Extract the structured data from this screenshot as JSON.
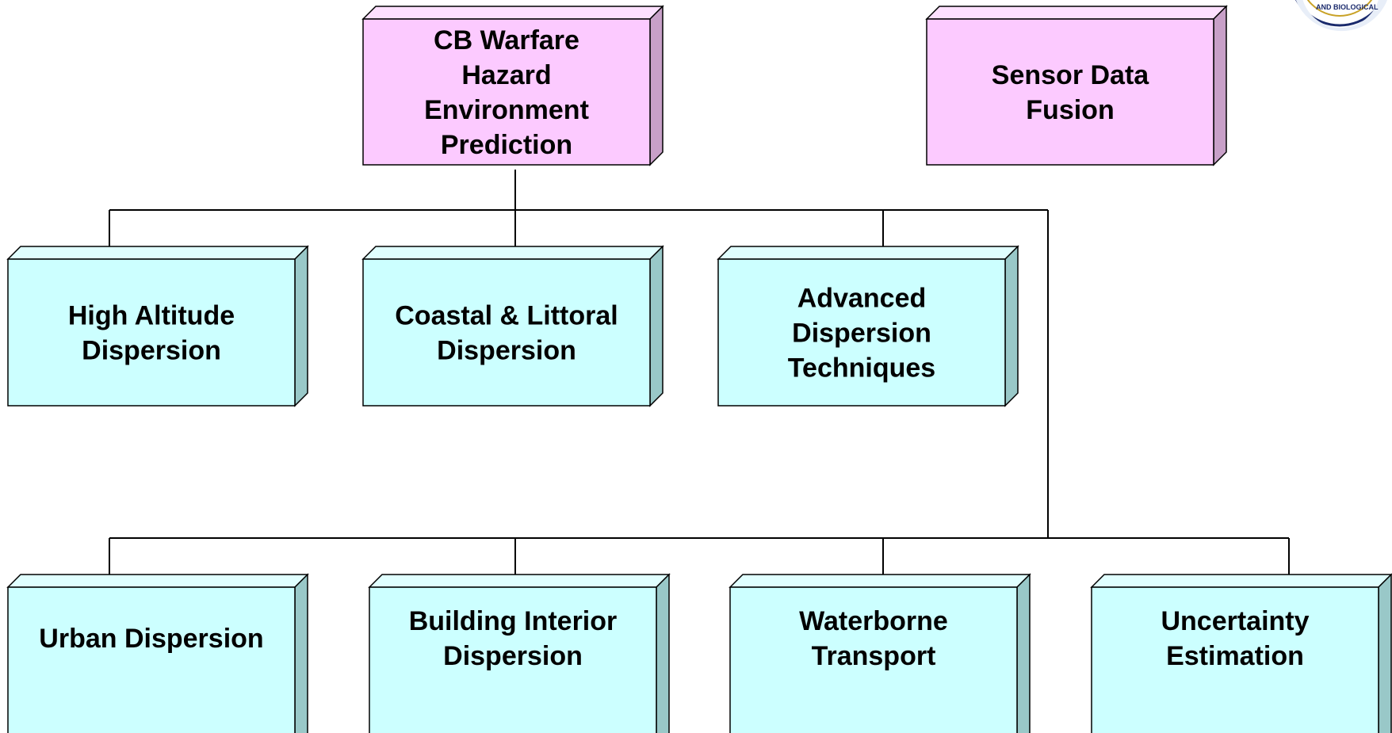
{
  "colors": {
    "pink_face": "#fccaff",
    "pink_side": "#c8a0c8",
    "pink_top": "#fde0ff",
    "cyan_face": "#ccffff",
    "cyan_side": "#99c8c8",
    "cyan_top": "#e0ffff",
    "line": "#000000"
  },
  "nodes": {
    "cb_warfare": {
      "lines": [
        "CB Warfare",
        "Hazard",
        "Environment",
        "Prediction"
      ]
    },
    "sensor_fusion": {
      "lines": [
        "Sensor Data",
        "Fusion"
      ]
    },
    "high_altitude": {
      "lines": [
        "High Altitude",
        "Dispersion"
      ]
    },
    "coastal": {
      "lines": [
        "Coastal & Littoral",
        "Dispersion"
      ]
    },
    "advanced": {
      "lines": [
        "Advanced",
        "Dispersion",
        "Techniques"
      ]
    },
    "urban": {
      "lines": [
        "Urban Dispersion"
      ]
    },
    "building": {
      "lines": [
        "Building Interior",
        "Dispersion"
      ]
    },
    "waterborne": {
      "lines": [
        "Waterborne",
        "Transport"
      ]
    },
    "uncertainty": {
      "lines": [
        "Uncertainty",
        "Estimation"
      ]
    }
  },
  "seal": {
    "text": "AND BIOLOGICAL"
  }
}
